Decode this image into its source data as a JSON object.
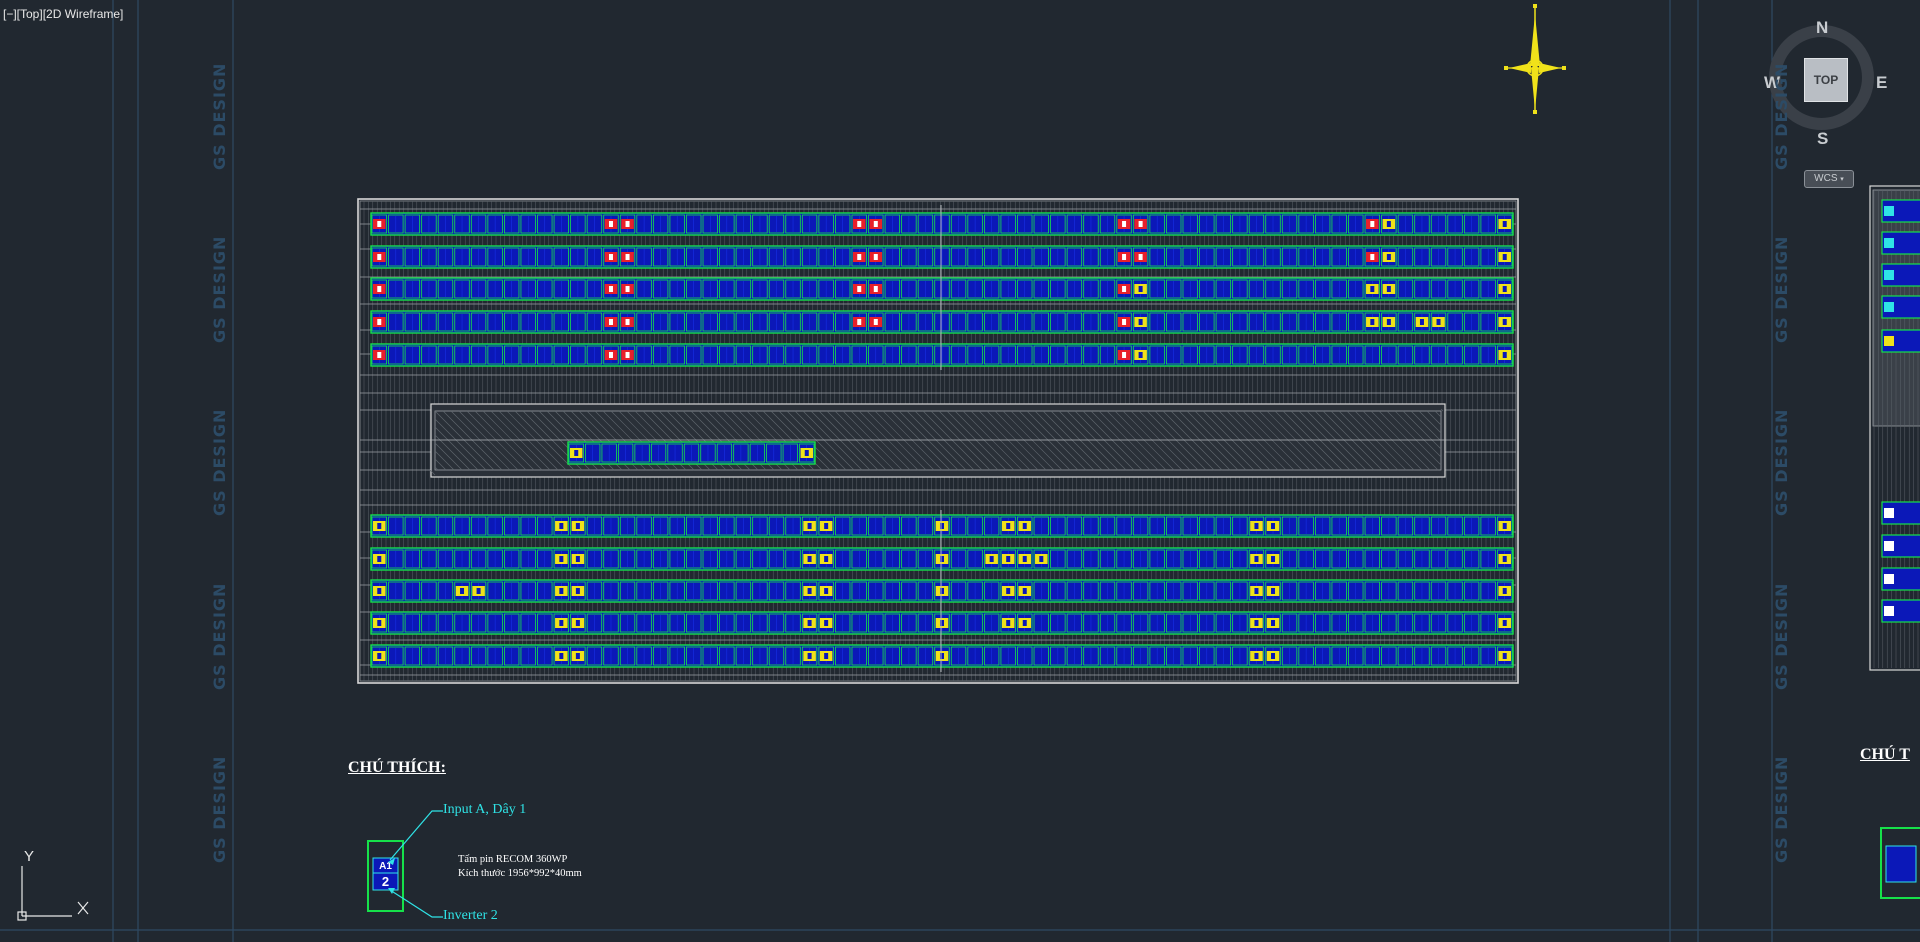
{
  "viewport": {
    "label": "[−][Top][2D Wireframe]",
    "background": "#212830"
  },
  "viewcube": {
    "top_face": "TOP",
    "north": "N",
    "south": "S",
    "east": "E",
    "west": "W",
    "wcs_label": "WCS",
    "wcs_icon": "chevron-down-icon"
  },
  "watermark": {
    "text": "GS DESIGN",
    "color": "#2c4b66"
  },
  "compass_icon": "north-arrow-icon",
  "ucs": {
    "y_label": "Y",
    "x_icon": "x-axis-icon",
    "origin_icon": "ucs-origin-icon"
  },
  "legend": {
    "title": "CHÚ THÍCH:",
    "title_right": "CHÚ T",
    "module_tag_top": "A1",
    "module_tag_bottom": "2",
    "callout_input": "Input A, Dây 1",
    "callout_inverter": "Inverter 2",
    "panel_line1": "Tấm pin RECOM 360WP",
    "panel_line2": "Kích thước 1956*992*40mm"
  },
  "colors": {
    "panel_fill": "#0b18b8",
    "panel_border": "#16e14a",
    "string_red": "#e8202a",
    "string_yellow": "#f0e21a",
    "roof_outline": "#d8d8d8",
    "hatch": "#b4b8bc",
    "annotation": "#2fe3e6",
    "frame_line": "#2f4a63"
  },
  "layout_plan": {
    "top_rows": [
      {
        "red_markers": [
          0,
          14,
          15,
          29,
          30,
          45,
          46,
          60
        ],
        "yellow_markers": [
          61,
          68
        ]
      },
      {
        "red_markers": [
          0,
          14,
          15,
          29,
          30,
          45,
          46,
          60
        ],
        "yellow_markers": [
          61,
          68
        ]
      },
      {
        "red_markers": [
          0,
          14,
          15,
          29,
          30,
          45
        ],
        "yellow_markers": [
          46,
          60,
          61,
          68
        ]
      },
      {
        "red_markers": [
          0,
          14,
          15,
          29,
          30,
          45
        ],
        "yellow_markers": [
          46,
          60,
          61,
          63,
          64,
          68
        ]
      },
      {
        "red_markers": [
          0,
          14,
          15,
          45
        ],
        "yellow_markers": [
          46,
          68
        ]
      }
    ],
    "bottom_rows": [
      {
        "yellow_markers": [
          0,
          11,
          12,
          26,
          27,
          34,
          38,
          39,
          53,
          54,
          68
        ]
      },
      {
        "yellow_markers": [
          0,
          11,
          12,
          26,
          27,
          34,
          37,
          38,
          39,
          40,
          53,
          54,
          68
        ]
      },
      {
        "yellow_markers": [
          0,
          5,
          6,
          11,
          12,
          26,
          27,
          34,
          38,
          39,
          53,
          54,
          68
        ]
      },
      {
        "yellow_markers": [
          0,
          11,
          12,
          26,
          27,
          34,
          38,
          39,
          53,
          54,
          68
        ]
      },
      {
        "yellow_markers": [
          0,
          11,
          12,
          26,
          27,
          34,
          53,
          54,
          68
        ]
      }
    ],
    "middle_row": {
      "yellow_markers": [
        0,
        14
      ]
    }
  }
}
